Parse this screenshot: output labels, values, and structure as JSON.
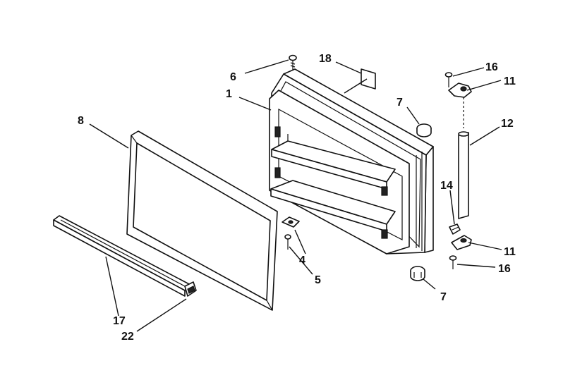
{
  "diagram": {
    "callouts": [
      {
        "id": "c6",
        "text": "6"
      },
      {
        "id": "c18",
        "text": "18"
      },
      {
        "id": "c16a",
        "text": "16"
      },
      {
        "id": "c11a",
        "text": "11"
      },
      {
        "id": "c1",
        "text": "1"
      },
      {
        "id": "c7a",
        "text": "7"
      },
      {
        "id": "c12",
        "text": "12"
      },
      {
        "id": "c8",
        "text": "8"
      },
      {
        "id": "c14",
        "text": "14"
      },
      {
        "id": "c4",
        "text": "4"
      },
      {
        "id": "c11b",
        "text": "11"
      },
      {
        "id": "c5",
        "text": "5"
      },
      {
        "id": "c16b",
        "text": "16"
      },
      {
        "id": "c7b",
        "text": "7"
      },
      {
        "id": "c17",
        "text": "17"
      },
      {
        "id": "c22",
        "text": "22"
      }
    ]
  }
}
